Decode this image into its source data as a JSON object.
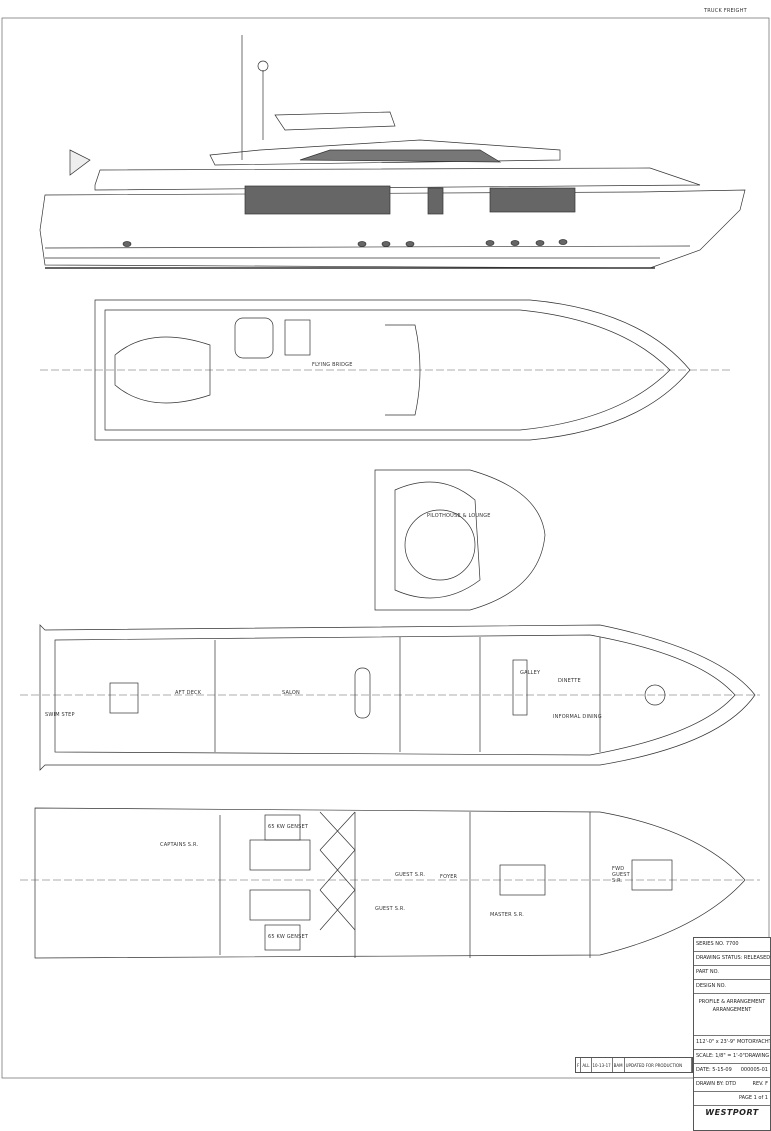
{
  "header_note": "TRUCK FREIGHT",
  "plan_labels": {
    "flying_bridge": "FLYING BRIDGE",
    "pilothouse": "PILOTHOUSE & LOUNGE",
    "aft_deck": "AFT DECK",
    "salon": "SALON",
    "galley": "GALLEY",
    "dinette": "DINETTE",
    "informal_dining": "INFORMAL DINING",
    "swim_step": "SWIM STEP",
    "captains_sr": "CAPTAINS S.R.",
    "genset_top": "65 KW GENSET",
    "genset_bottom": "65 KW GENSET",
    "guest_sr_1": "GUEST S.R.",
    "guest_sr_2": "GUEST S.R.",
    "foyer": "FOYER",
    "master_sr": "MASTER S.R.",
    "fwd_guest_sr": "FWD GUEST S.R."
  },
  "title_block": {
    "series": "SERIES NO. 7700",
    "status": "DRAWING STATUS: RELEASED",
    "part_no": "PART NO.",
    "design_no": "DESIGN NO.",
    "title_line1": "PROFILE & ARRANGEMENT",
    "title_line2": "ARRANGEMENT",
    "vessel": "112'-0\" x 23'-9\" MOTORYACHT",
    "scale": "SCALE: 1/8\" = 1'-0\"",
    "drawing_no_label": "DRAWING NO.",
    "drawing_no": "000005-01",
    "date": "DATE: 5-15-09",
    "rev_label": "REV.",
    "rev": "F",
    "drawn_by": "DRAWN BY: DTD",
    "page_label": "PAGE",
    "page": "1 of 1",
    "company": "WESTPORT"
  },
  "revision": {
    "letter": "F",
    "zone": "ALL",
    "date": "10-13-17",
    "by": "BAM",
    "description": "UPDATED FOR PRODUCTION"
  },
  "colors": {
    "line": "#333333",
    "glass": "#555555",
    "paper": "#ffffff"
  }
}
